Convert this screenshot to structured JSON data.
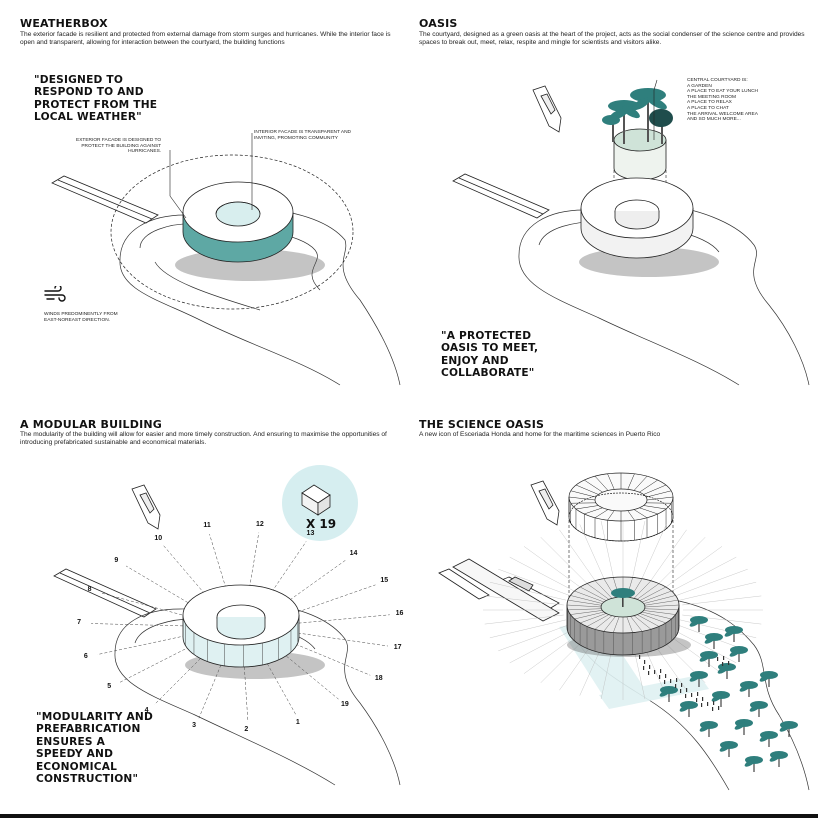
{
  "colors": {
    "teal": "#5ea8a4",
    "teal_light": "#dff1f2",
    "palm": "#2f7f7d",
    "ink": "#1a1a1a"
  },
  "panels": {
    "weatherbox": {
      "title": "WEATHERBOX",
      "description": "The exterior facade is resilient and protected from external damage from storm surges and hurricanes. While the interior face is open and transparent, allowing for interaction between the courtyard, the building functions",
      "quote": [
        "\"DESIGNED TO",
        "RESPOND TO AND",
        "PROTECT FROM THE",
        "LOCAL WEATHER\""
      ],
      "note_exterior": [
        "EXTERIOR FACADE IS DESIGNED TO",
        "PROTECT THE BUILDING AGAINST",
        "HURRICANES."
      ],
      "note_interior": [
        "INTERIOR FACADE IS TRANSPARENT AND",
        "INVITING, PROMOTING COMMUNITY"
      ],
      "note_wind": [
        "WINDS PREDOMINENTLY FROM",
        "EAST-NOREAST DIRECTION."
      ],
      "wind_icon": "wind-icon"
    },
    "oasis": {
      "title": "OASIS",
      "description": "The courtyard, designed as a green oasis at the heart of the project, acts as the social condenser of the science centre and provides spaces to break out, meet, relax, respite and mingle for scientists and visitors alike.",
      "quote": [
        "\"A PROTECTED",
        "OASIS TO MEET,",
        "ENJOY AND",
        "COLLABORATE\""
      ],
      "note_courtyard": [
        "CENTRAL COURTYARD IS:",
        "A GARDEN",
        "A PLACE TO EAT YOUR LUNCH",
        "THE MEETING ROOM",
        "A PLACE TO RELAX",
        "A PLACE TO CHAT",
        "THE ARRIVAL WELCOME AREA",
        "AND SO MUCH MORE..."
      ]
    },
    "modular": {
      "title": "A MODULAR BUILDING",
      "description": "The modularity of the building will allow for easier and more timely construction. And ensuring to maximise the opportunities of introducing prefabricated sustainable and economical materials.",
      "quote": [
        "\"MODULARITY AND",
        "PREFABRICATION",
        "ENSURES A",
        "SPEEDY AND",
        "ECONOMICAL",
        "CONSTRUCTION\""
      ],
      "module_count": "X 19",
      "module_icon": "module-block-icon",
      "module_numbers": [
        "1",
        "2",
        "3",
        "4",
        "5",
        "6",
        "7",
        "8",
        "9",
        "10",
        "11",
        "12",
        "13",
        "14",
        "15",
        "16",
        "17",
        "18",
        "19"
      ]
    },
    "science_oasis": {
      "title": "THE SCIENCE OASIS",
      "description": "A new icon of Esceriada Honda and home for the maritime sciences in Puerto Rico"
    }
  }
}
